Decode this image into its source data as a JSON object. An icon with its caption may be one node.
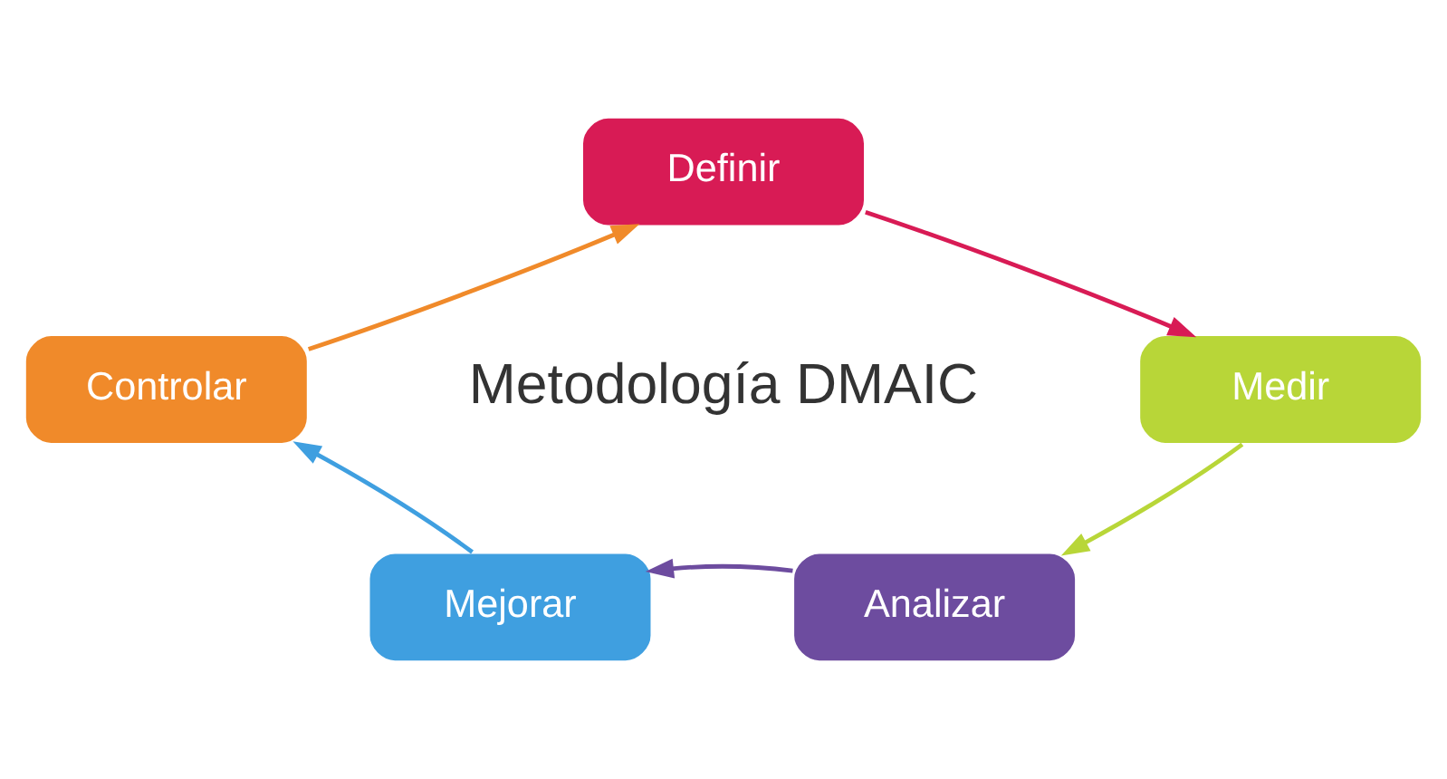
{
  "diagram": {
    "nodes": [
      {
        "text": [
          "Definir"
        ]
      },
      {
        "text": [
          "Medir"
        ]
      },
      {
        "text": [
          "Analizar"
        ]
      },
      {
        "text": [
          "Mejorar"
        ]
      },
      {
        "text": [
          "Controlar"
        ]
      }
    ],
    "edges": [
      {
        "from": 0,
        "to": 1,
        "arrow": "to",
        "color": "#d81b55"
      },
      {
        "from": 1,
        "to": 2,
        "arrow": "to",
        "color": "#b8d638"
      },
      {
        "from": 2,
        "to": 3,
        "arrow": "to",
        "color": "#6d4c9f"
      },
      {
        "from": 3,
        "to": 4,
        "arrow": "to",
        "color": "#3f9fe0"
      },
      {
        "from": 4,
        "to": 0,
        "arrow": "to",
        "color": "#f08a2a"
      }
    ],
    "labels": [
      "Metodología DMAIC"
    ]
  }
}
